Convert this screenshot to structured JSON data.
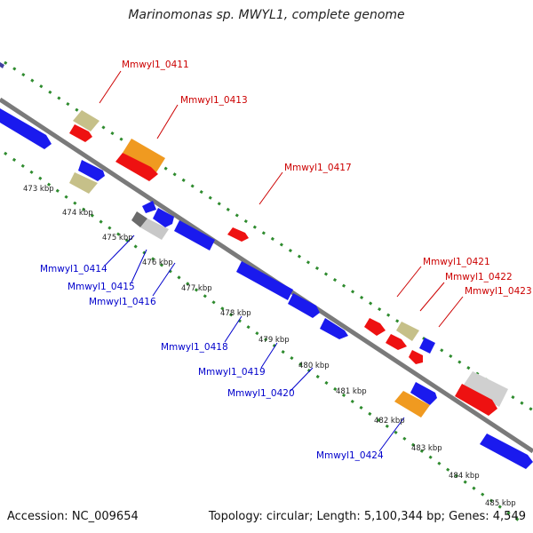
{
  "title": "Marinomonas sp. MWYL1, complete genome",
  "footer": {
    "accession": "Accession: NC_009654",
    "summary": "Topology: circular; Length: 5,100,344 bp; Genes: 4,549"
  },
  "colors": {
    "plus_label": "#cc0000",
    "minus_label": "#0000cc",
    "axis": "#7a7a7a",
    "dotted": "#2e8b2e"
  },
  "ticks": [
    "473 kbp",
    "474 kbp",
    "475 kbp",
    "476 kbp",
    "477 kbp",
    "478 kbp",
    "479 kbp",
    "480 kbp",
    "481 kbp",
    "482 kbp",
    "483 kbp",
    "484 kbp",
    "485 kbp"
  ],
  "labels": {
    "plus": [
      "Mmwyl1_0411",
      "Mmwyl1_0413",
      "Mmwyl1_0417",
      "Mmwyl1_0421",
      "Mmwyl1_0422",
      "Mmwyl1_0423"
    ],
    "minus": [
      "Mmwyl1_0414",
      "Mmwyl1_0415",
      "Mmwyl1_0416",
      "Mmwyl1_0418",
      "Mmwyl1_0419",
      "Mmwyl1_0420",
      "Mmwyl1_0424"
    ]
  }
}
